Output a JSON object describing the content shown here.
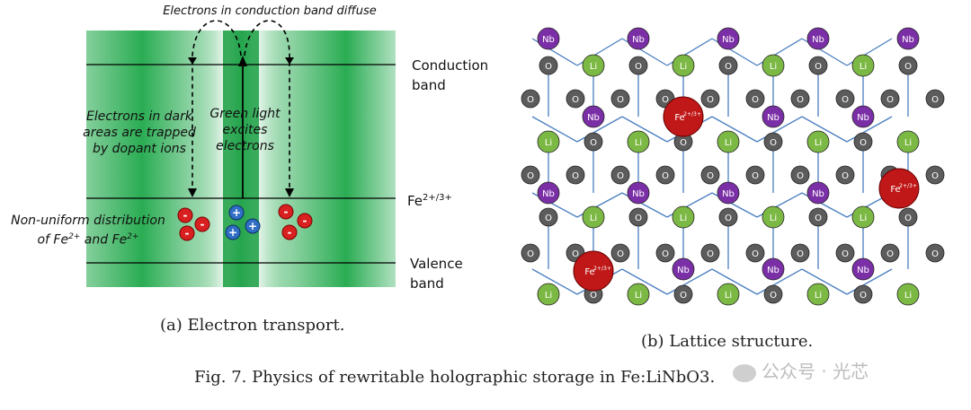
{
  "panel_a": {
    "title": "Electrons in conduction band diffuse",
    "conduction_band": [
      "Conduction",
      "band"
    ],
    "dopant_level": "Fe",
    "dopant_sup": "2+/3+",
    "valence_band": [
      "Valence",
      "band"
    ],
    "dark_trap_note": [
      "Electrons in dark",
      "areas are trapped",
      "by dopant ions"
    ],
    "green_light_note": [
      "Green light",
      "excites",
      "electrons"
    ],
    "nonuniform_note": [
      "Non-uniform distribution",
      "of Fe",
      "2+",
      " and Fe",
      "2+"
    ],
    "electron_sign": "-",
    "hole_sign": "+",
    "colors": {
      "green": "#1fa84a",
      "electron": "#d92020",
      "hole": "#2f6ec4"
    }
  },
  "panel_b": {
    "atoms": {
      "nb": "Nb",
      "li": "Li",
      "o": "O",
      "fe": "Fe",
      "fe_sup": "2+/3+"
    },
    "colors": {
      "nb": "#7b2fa6",
      "li": "#7cb944",
      "o": "#5c5c5c",
      "fe": "#c01818",
      "bond": "#4a7ec0"
    }
  },
  "captions": {
    "a": "(a) Electron transport.",
    "b": "(b) Lattice structure.",
    "figure": "Fig. 7.  Physics of rewritable holographic storage in Fe:LiNbO3."
  },
  "watermark": "公众号 · 光芯"
}
